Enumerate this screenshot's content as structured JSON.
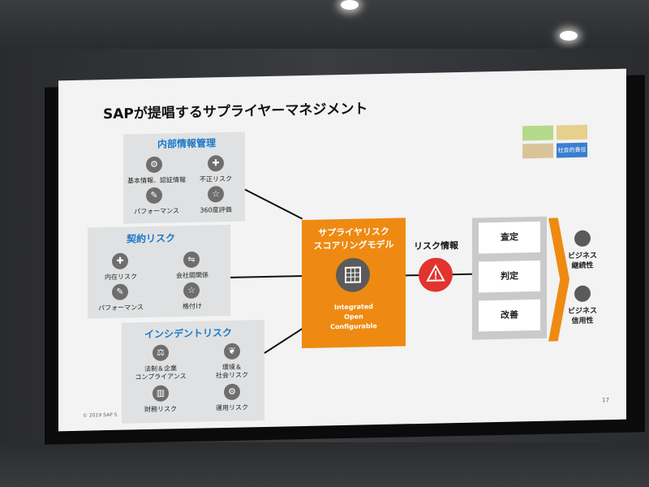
{
  "slide": {
    "title": "SAPが提唱するサプライヤーマネジメント",
    "footer": "© 2019 SAP S",
    "page_number": "17"
  },
  "groups": {
    "internal": {
      "title": "内部情報管理",
      "items": [
        {
          "label": "基本情報、認証情報",
          "icon": "gear-icon"
        },
        {
          "label": "不正リスク",
          "icon": "cross-icon"
        },
        {
          "label": "パフォーマンス",
          "icon": "wrench-icon"
        },
        {
          "label": "360度評価",
          "icon": "star-icon"
        }
      ]
    },
    "contract": {
      "title": "契約リスク",
      "items": [
        {
          "label": "内在リスク",
          "icon": "cross-icon"
        },
        {
          "label": "会社間関係",
          "icon": "handshake-icon"
        },
        {
          "label": "パフォーマンス",
          "icon": "wrench-icon"
        },
        {
          "label": "格付け",
          "icon": "star-icon"
        }
      ]
    },
    "incident": {
      "title": "インシデントリスク",
      "items": [
        {
          "label": "法制＆企業",
          "label2": "コンプライアンス",
          "icon": "scales-icon"
        },
        {
          "label": "環境＆",
          "label2": "社会リスク",
          "icon": "leaf-icon"
        },
        {
          "label": "財務リスク",
          "icon": "bank-icon"
        },
        {
          "label": "運用リスク",
          "icon": "cog-icon"
        }
      ]
    }
  },
  "model": {
    "title_line1": "サプライヤリスク",
    "title_line2": "スコアリングモデル",
    "sub1": "Integrated",
    "sub2": "Open",
    "sub3": "Configurable"
  },
  "risk_info_label": "リスク情報",
  "steps": [
    "査定",
    "判定",
    "改善"
  ],
  "outcomes": [
    {
      "line1": "ビジネス",
      "line2": "継続性"
    },
    {
      "line1": "ビジネス",
      "line2": "信用性"
    }
  ],
  "legend": {
    "social_label": "社会的責任"
  },
  "colors": {
    "accent_orange": "#ee8a12",
    "title_blue": "#1b78c8",
    "warning_red": "#e2332e"
  }
}
